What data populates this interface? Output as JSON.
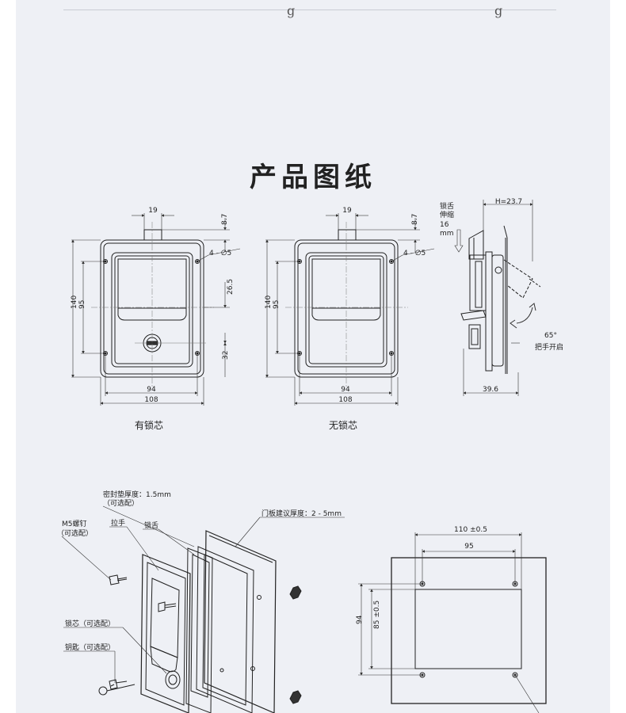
{
  "header": {
    "clip_glyph_left": "g",
    "clip_glyph_right": "g"
  },
  "title": "产品图纸",
  "drawing_locked": {
    "caption": "有锁芯",
    "dim_19": "19",
    "dim_8_7": "8.7",
    "dim_hole": "4 - ∅5",
    "dim_140": "140",
    "dim_95": "95",
    "dim_26_5": "26.5",
    "dim_32": "32",
    "dim_94": "94",
    "dim_108": "108"
  },
  "drawing_unlocked": {
    "caption": "无锁芯",
    "dim_19": "19",
    "dim_8_7": "8.7",
    "dim_hole": "4 - ∅5",
    "dim_140": "140",
    "dim_95": "95",
    "dim_94": "94",
    "dim_108": "108"
  },
  "drawing_side": {
    "tongue_l1": "锁舌",
    "tongue_l2": "伸缩",
    "tongue_l3": "16",
    "tongue_l4": "mm",
    "dim_h": "H=23.7",
    "angle": "65°",
    "open_label": "把手开启",
    "dim_39_6": "39.6"
  },
  "exploded": {
    "gasket": "密封垫厚度：1.5mm",
    "gasket_opt": "（可选配）",
    "door_thickness": "门板建议厚度：2 - 5mm",
    "screw": "M5螺钉",
    "screw_opt": "（可选配）",
    "handle": "拉手",
    "tongue": "锁舌",
    "core": "锁芯（可选配）",
    "key": "钥匙（可选配）"
  },
  "cutout": {
    "dim_110": "110 ±0.5",
    "dim_95": "95",
    "dim_94": "94",
    "dim_85": "85 ±0.5"
  }
}
